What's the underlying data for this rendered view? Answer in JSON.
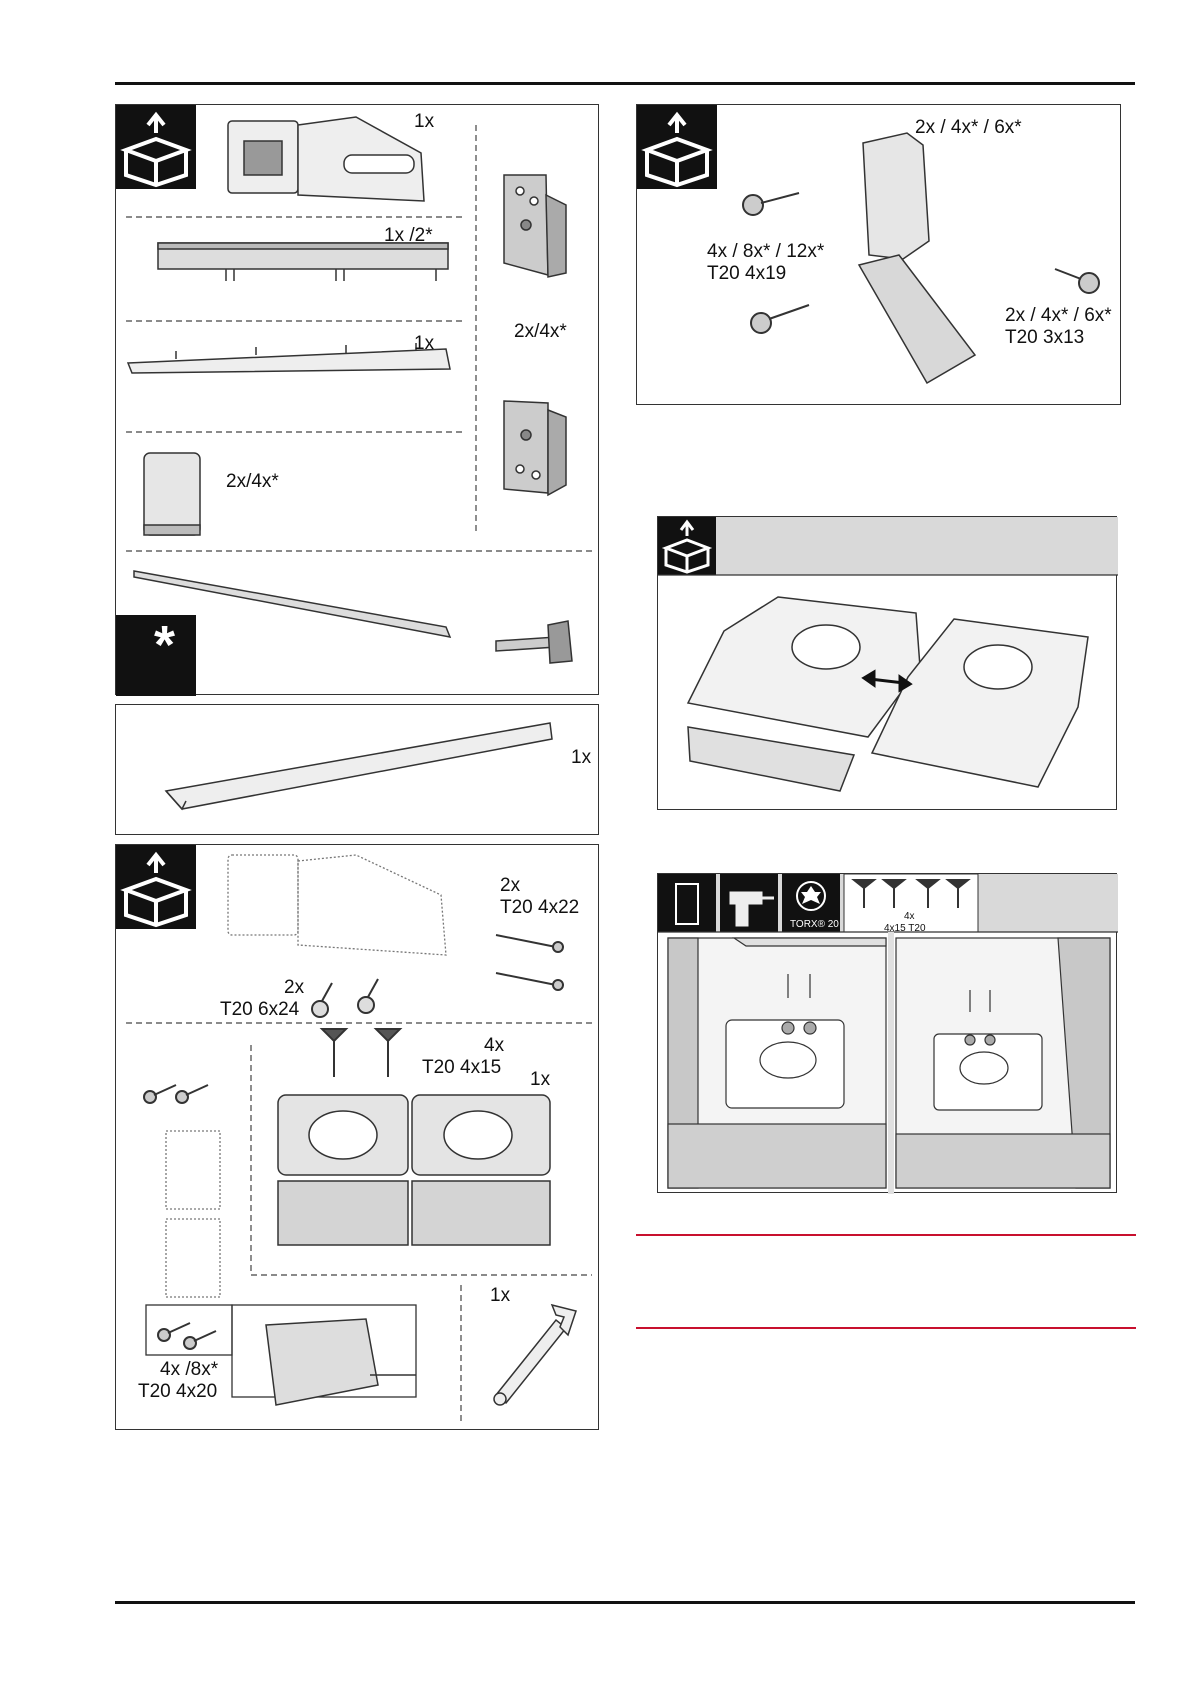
{
  "panel1": {
    "q_connector": "1x",
    "q_bar": "1x /2*",
    "q_rail": "1x",
    "q_caps": "2x/4x*",
    "q_brackets": "2x/4x*",
    "star": "*"
  },
  "panel2": {
    "q_strip": "1x"
  },
  "panel3": {
    "q_screws_long": "2x",
    "spec_screws_long": "T20 4x22",
    "q_screws_6x24": "2x",
    "spec_screws_6x24": "T20 6x24",
    "q_screws_4x15": "4x",
    "spec_screws_4x15": "T20 4x15",
    "q_plates": "1x",
    "q_screws_4x20": "4x /8x*",
    "spec_screws_4x20": "T20 4x20",
    "q_wrench": "1x"
  },
  "panel4": {
    "q_hinge": "2x / 4x* / 6x*",
    "q_screws_4x19": "4x / 8x* / 12x*",
    "spec_screws_4x19": "T20 4x19",
    "q_screws_3x13": "2x / 4x* / 6x*",
    "spec_screws_3x13": "T20 3x13"
  },
  "panel6": {
    "torx_label": "TORX® 20",
    "screw_qty": "4x",
    "screw_spec": "4x15 T20"
  },
  "colors": {
    "accent_red": "#c8102e",
    "badge": "#111111"
  }
}
